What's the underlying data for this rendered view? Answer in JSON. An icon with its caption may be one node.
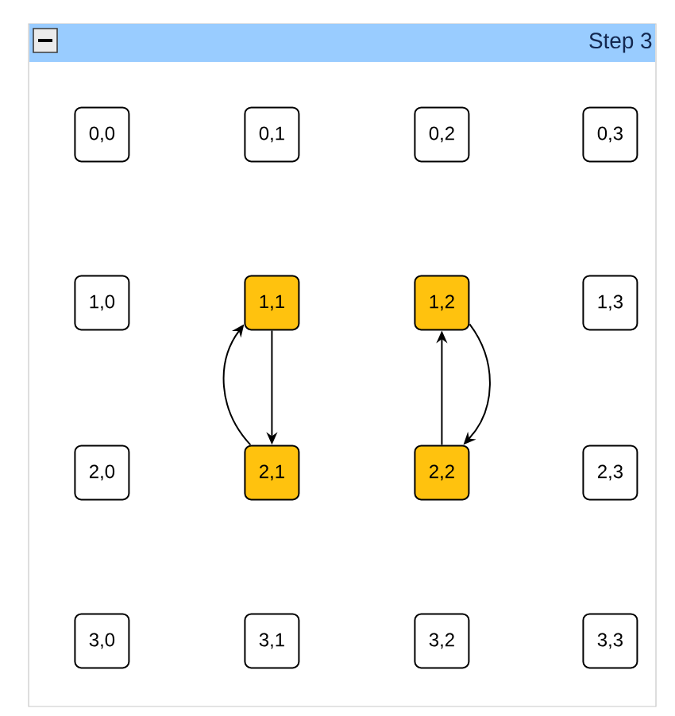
{
  "diagram": {
    "nodes": [
      {
        "text": [
          "Step 3"
        ]
      },
      {
        "text": [
          "0,0"
        ],
        "in": 0
      },
      {
        "text": [
          "0,1"
        ],
        "in": 0
      },
      {
        "text": [
          "0,2"
        ],
        "in": 0
      },
      {
        "text": [
          "0,3"
        ],
        "in": 0
      },
      {
        "text": [
          "1,0"
        ],
        "in": 0
      },
      {
        "text": [
          "1,1"
        ],
        "in": 0
      },
      {
        "text": [
          "1,2"
        ],
        "in": 0
      },
      {
        "text": [
          "1,3"
        ],
        "in": 0
      },
      {
        "text": [
          "2,0"
        ],
        "in": 0
      },
      {
        "text": [
          "2,1"
        ],
        "in": 0
      },
      {
        "text": [
          "2,2"
        ],
        "in": 0
      },
      {
        "text": [
          "2,3"
        ],
        "in": 0
      },
      {
        "text": [
          "3,0"
        ],
        "in": 0
      },
      {
        "text": [
          "3,1"
        ],
        "in": 0
      },
      {
        "text": [
          "3,2"
        ],
        "in": 0
      },
      {
        "text": [
          "3,3"
        ],
        "in": 0
      }
    ],
    "edges": [
      {
        "from": 6,
        "to": 10,
        "arrow": "to"
      },
      {
        "from": 10,
        "to": 6,
        "arrow": "to"
      },
      {
        "from": 11,
        "to": 7,
        "arrow": "to"
      },
      {
        "from": 7,
        "to": 11,
        "arrow": "to"
      }
    ]
  }
}
